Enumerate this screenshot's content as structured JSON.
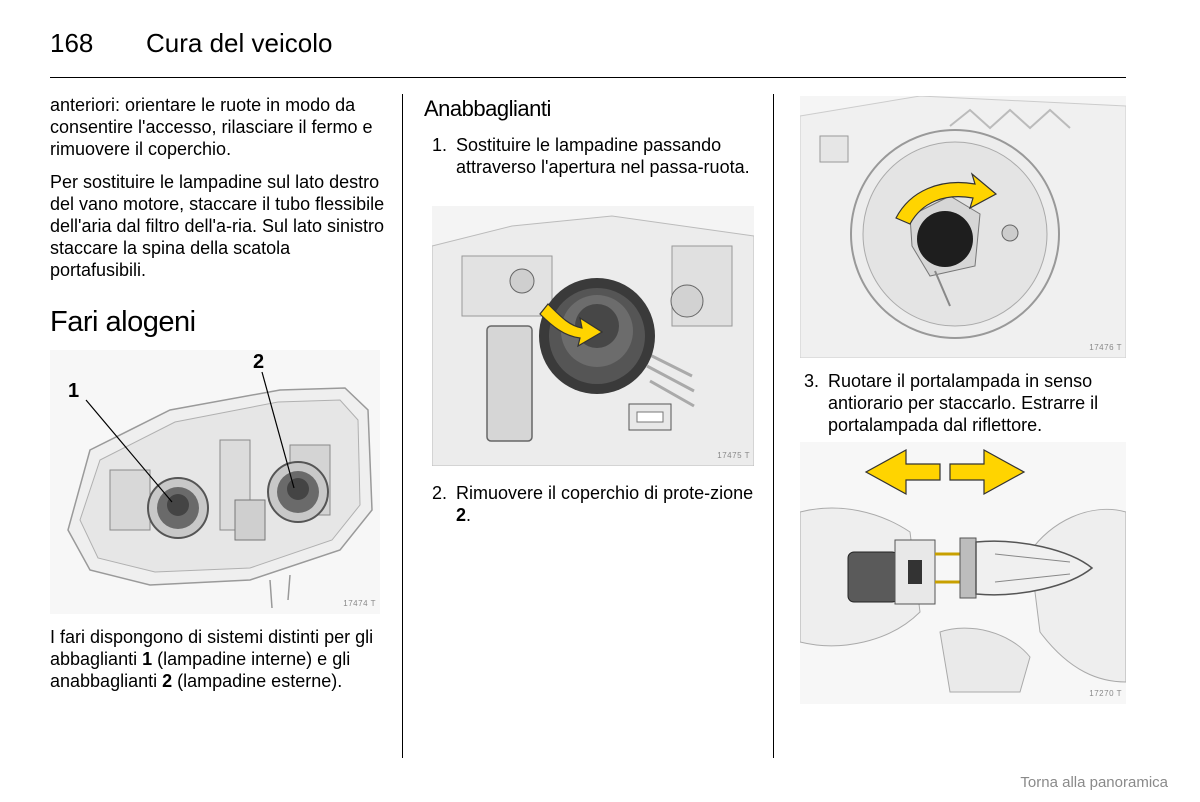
{
  "header": {
    "page_number": "168",
    "chapter_title": "Cura del veicolo"
  },
  "col1": {
    "para1": "anteriori: orientare le ruote in modo da consentire l'accesso, rilasciare il fermo e rimuovere il coperchio.",
    "para2": "Per sostituire le lampadine sul lato destro del vano motore, staccare il tubo flessibile dell'aria dal filtro dell'a-ria. Sul lato sinistro staccare la spina della scatola portafusibili.",
    "heading": "Fari alogeni",
    "figure": {
      "label_1": "1",
      "label_2": "2",
      "code": "17474 T"
    },
    "para3": {
      "t1": "I fari dispongono di sistemi distinti per gli abbaglianti ",
      "b1": "1",
      "t2": " (lampadine interne) e gli anabbaglianti ",
      "b2": "2",
      "t3": " (lampadine esterne)."
    }
  },
  "col2": {
    "heading": "Anabbaglianti",
    "step1": {
      "num": "1.",
      "text": "Sostituire le lampadine passando attraverso l'apertura nel passa-ruota."
    },
    "figure": {
      "code": "17475 T"
    },
    "step2": {
      "num": "2.",
      "text": "Rimuovere il coperchio di prote-zione ",
      "bold": "2",
      "end": "."
    }
  },
  "col3": {
    "figure_top": {
      "code": "17476 T"
    },
    "step3": {
      "num": "3.",
      "text": "Ruotare il portalampada in senso antiorario per staccarlo. Estrarre il portalampada dal riflettore."
    },
    "figure_bottom": {
      "code": "17270 T"
    }
  },
  "footer": {
    "link": "Torna alla panoramica"
  },
  "colors": {
    "arrow_yellow": "#ffd400",
    "figure_bg": "#f4f4f4"
  }
}
